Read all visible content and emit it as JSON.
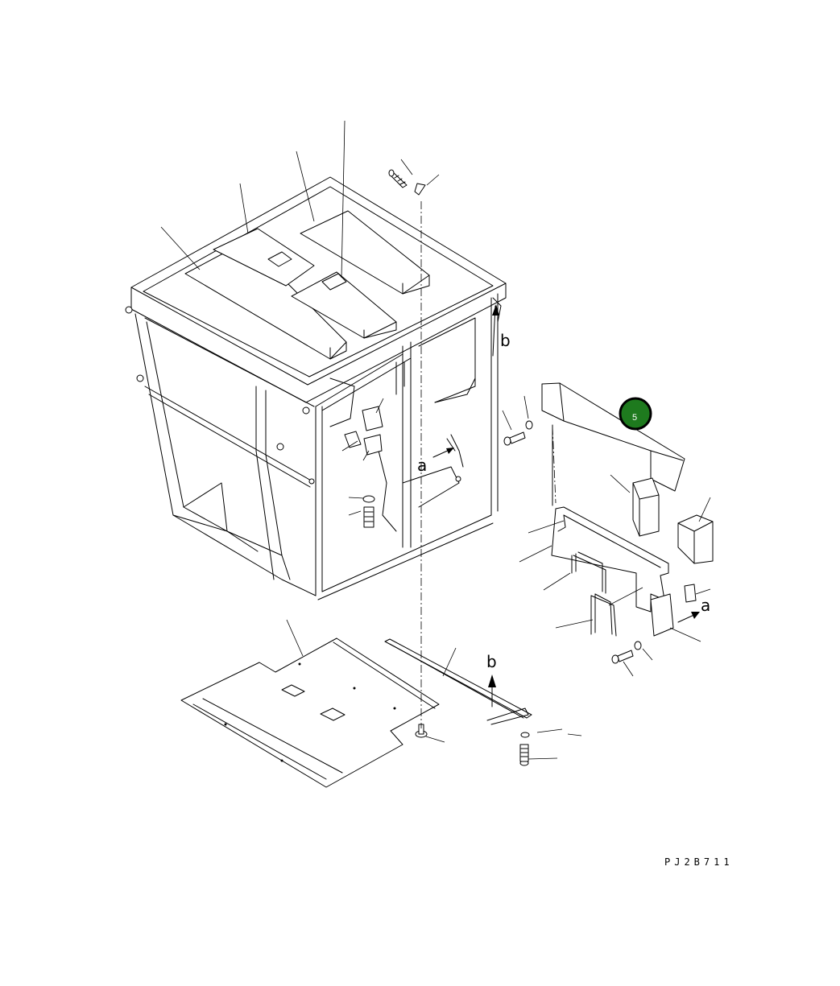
{
  "drawing": {
    "code": "PJ2B711",
    "callout_badge": {
      "label": "5",
      "fill": "#1e7a1e",
      "ring": "#000000"
    },
    "view_markers": {
      "a": "a",
      "b": "b"
    }
  }
}
